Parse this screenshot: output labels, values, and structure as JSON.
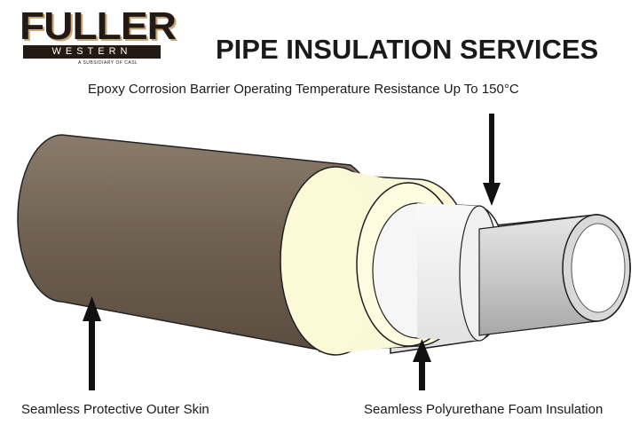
{
  "logo": {
    "name": "FULLER",
    "sub": "WESTERN",
    "tagline": "A SUBSIDIARY OF CASL"
  },
  "title": "PIPE INSULATION SERVICES",
  "labels": {
    "epoxy": "Epoxy Corrosion Barrier Operating Temperature Resistance Up To 150°C",
    "outer_skin": "Seamless Protective Outer Skin",
    "foam": "Seamless Polyurethane Foam Insulation"
  },
  "colors": {
    "outer_skin": "#7a6b5c",
    "foam": "#fbf8d8",
    "epoxy": "#efefef",
    "steel": "#c8c8c8"
  }
}
